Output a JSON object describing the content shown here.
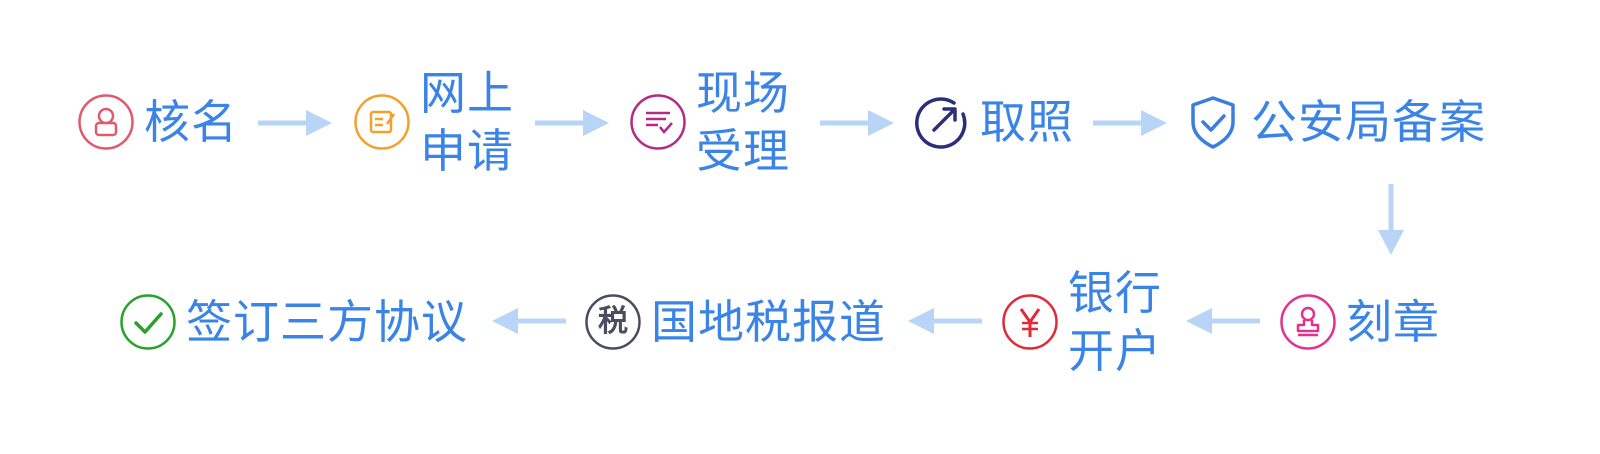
{
  "colors": {
    "label": "#3a84e6",
    "arrow": "#b8d4f6",
    "naming": "#e15a6b",
    "online": "#f2a12b",
    "onsite": "#b22b86",
    "license": "#2b2f7a",
    "police": "#3a7fe0",
    "seal": "#e2318f",
    "bank": "#e02a37",
    "tax": "#4a4d5e",
    "agreement": "#2aa12d"
  },
  "steps": [
    {
      "id": "naming",
      "lines": [
        "核名"
      ],
      "icon": "user-icon"
    },
    {
      "id": "online",
      "lines": [
        "网上",
        "申请"
      ],
      "icon": "edit-form-icon"
    },
    {
      "id": "onsite",
      "lines": [
        "现场",
        "受理"
      ],
      "icon": "checklist-icon"
    },
    {
      "id": "license",
      "lines": [
        "取照"
      ],
      "icon": "arrow-up-right-icon"
    },
    {
      "id": "police",
      "lines": [
        "公安局备案"
      ],
      "icon": "shield-check-icon"
    },
    {
      "id": "seal",
      "lines": [
        "刻章"
      ],
      "icon": "stamp-icon"
    },
    {
      "id": "bank",
      "lines": [
        "银行",
        "开户"
      ],
      "icon": "yen-icon"
    },
    {
      "id": "tax",
      "lines": [
        "国地税报道"
      ],
      "icon": "tax-glyph-icon",
      "glyph": "税"
    },
    {
      "id": "agreement",
      "lines": [
        "签订三方协议"
      ],
      "icon": "check-icon"
    }
  ]
}
